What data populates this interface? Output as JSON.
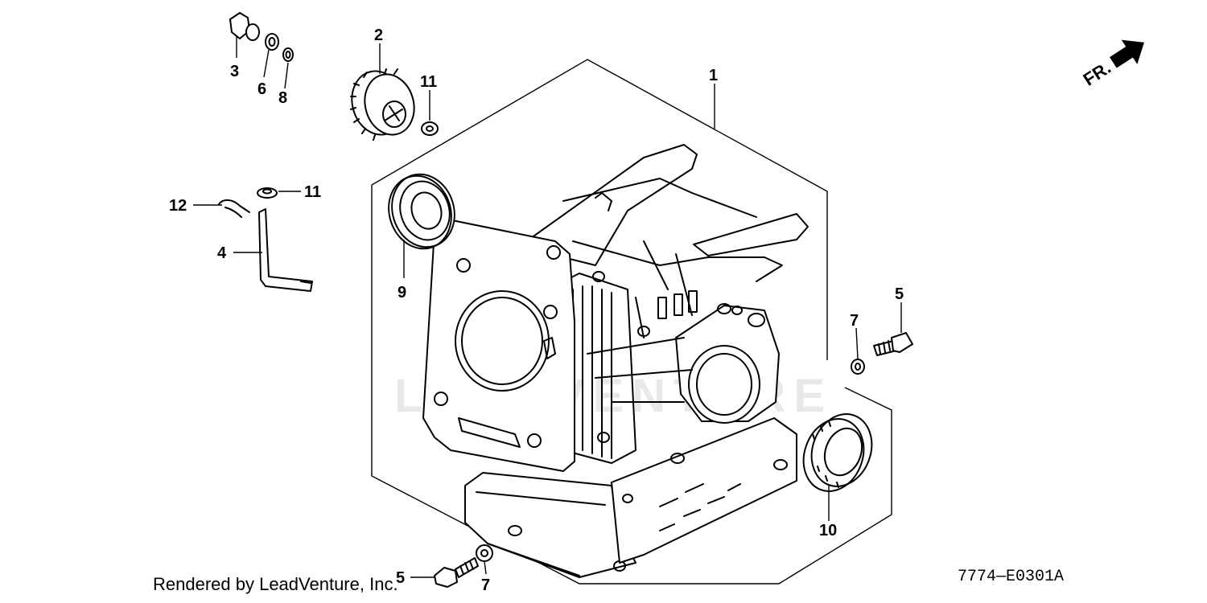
{
  "callouts": {
    "c1": "1",
    "c2": "2",
    "c3": "3",
    "c4": "4",
    "c5a": "5",
    "c5b": "5",
    "c6": "6",
    "c7a": "7",
    "c7b": "7",
    "c8": "8",
    "c9": "9",
    "c10": "10",
    "c11a": "11",
    "c11b": "11",
    "c12": "12"
  },
  "direction_label": "FR.",
  "credit_text": "Rendered by LeadVenture, Inc.",
  "drawing_code": "7774—E0301A",
  "watermark_text": "LEADVENTURE"
}
